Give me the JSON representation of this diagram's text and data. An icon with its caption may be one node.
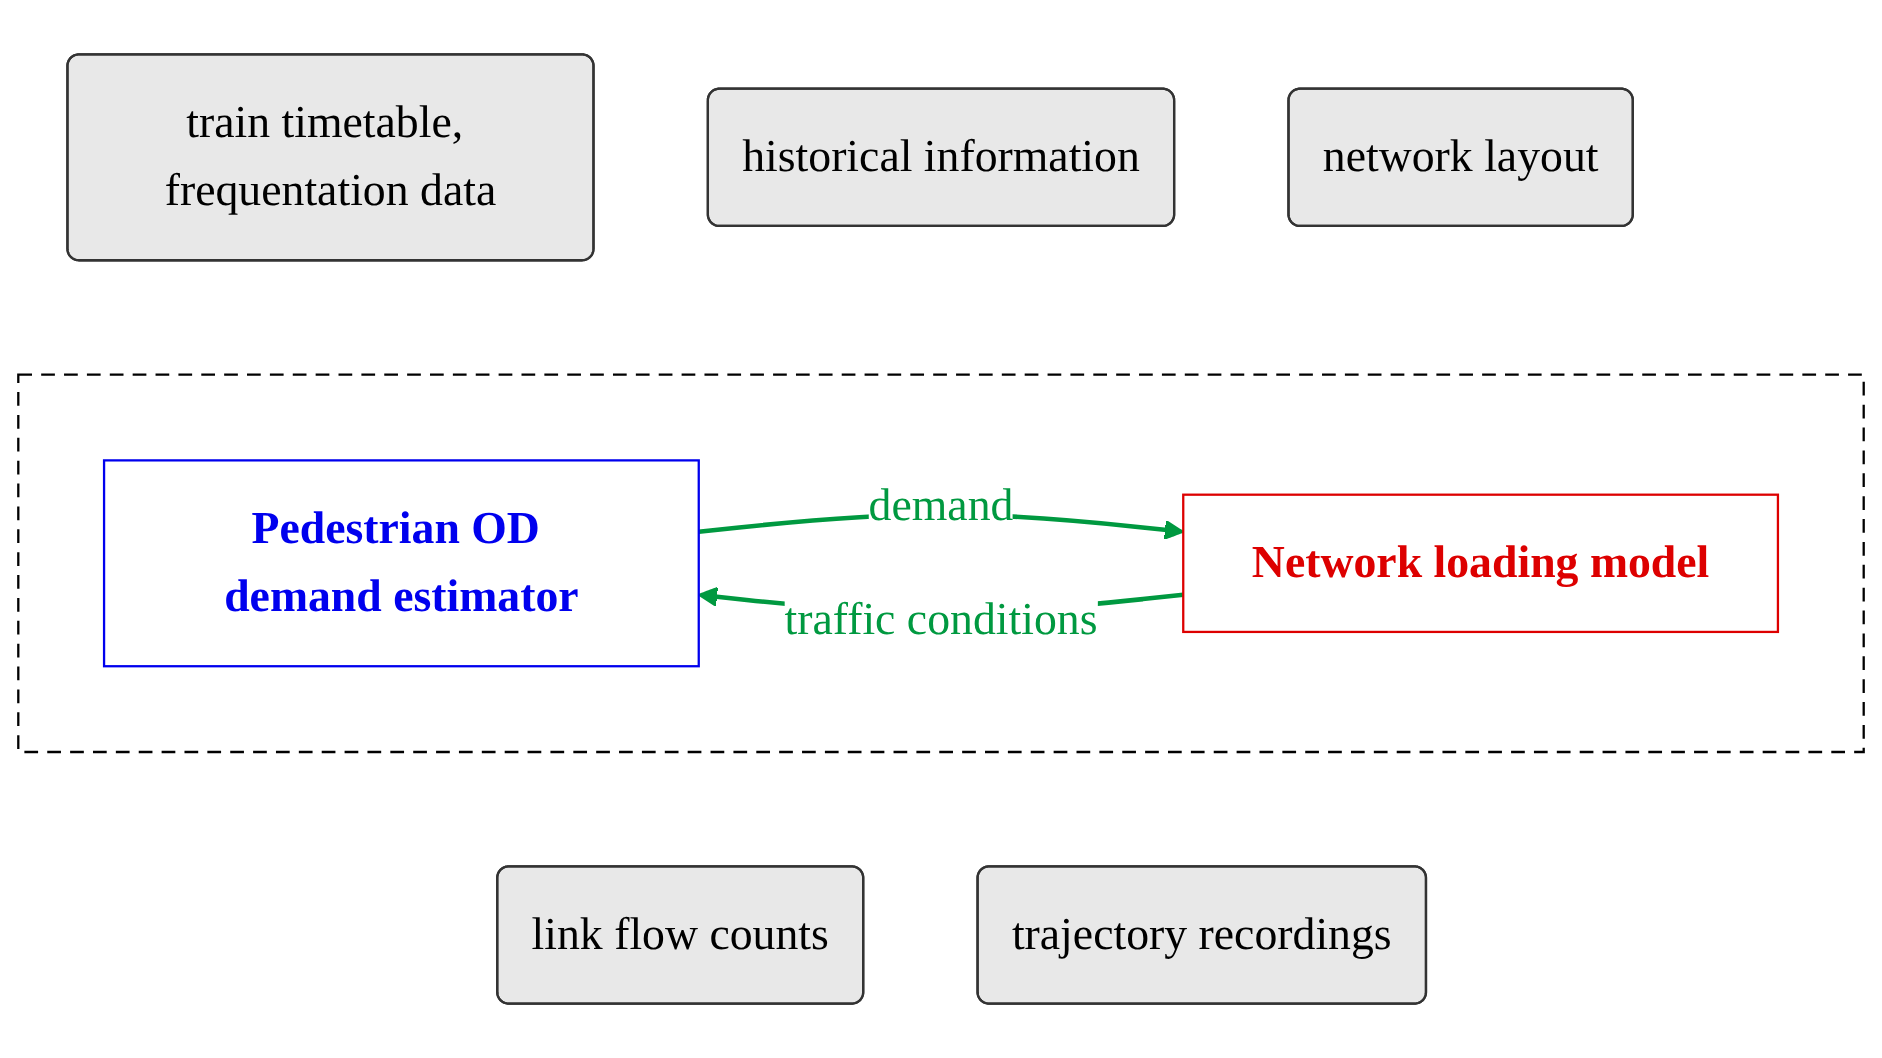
{
  "diagram": {
    "nodes": [
      {
        "text": [
          "train timetable, frequentation data"
        ]
      },
      {
        "text": [
          "historical information"
        ]
      },
      {
        "text": [
          "network layout"
        ]
      },
      {
        "text": [],
        "shape": "box"
      },
      {
        "text": [
          "Pedestrian OD demand estimator"
        ],
        "in": 3
      },
      {
        "text": [
          "Network loading model"
        ],
        "in": 3
      },
      {
        "text": [
          "link flow counts"
        ]
      },
      {
        "text": [
          "trajectory recordings"
        ]
      }
    ],
    "edges": [
      {
        "from": 4,
        "to": 5,
        "arrow": "to",
        "label": "demand",
        "color": "#009940"
      },
      {
        "from": 5,
        "to": 4,
        "arrow": "to",
        "label": "traffic conditions",
        "color": "#009940"
      }
    ]
  }
}
